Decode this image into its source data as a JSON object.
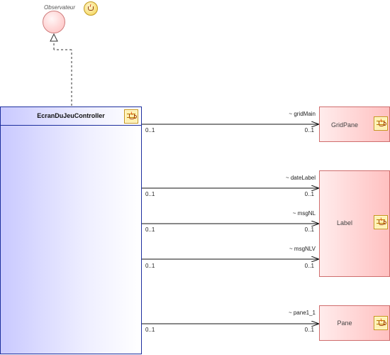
{
  "interface": {
    "name": "Observateur",
    "icon": "java-interface-icon"
  },
  "controller": {
    "name": "EcranDuJeuController",
    "icon": "java-class-icon"
  },
  "classes": {
    "gridpane": {
      "name": "GridPane",
      "icon": "java-class-icon"
    },
    "label": {
      "name": "Label",
      "icon": "java-class-icon"
    },
    "pane": {
      "name": "Pane",
      "icon": "java-class-icon"
    }
  },
  "associations": [
    {
      "role": "~ gridMain",
      "source_multiplicity": "0..1",
      "target_multiplicity": "0..1"
    },
    {
      "role": "~ dateLabel",
      "source_multiplicity": "0..1",
      "target_multiplicity": "0..1"
    },
    {
      "role": "~ msgNL",
      "source_multiplicity": "0..1",
      "target_multiplicity": "0..1"
    },
    {
      "role": "~ msgNLV",
      "source_multiplicity": "0..1",
      "target_multiplicity": "0..1"
    },
    {
      "role": "~ pane1_1",
      "source_multiplicity": "0..1",
      "target_multiplicity": "0..1"
    }
  ],
  "colors": {
    "controller_border": "#1d2f9e",
    "controller_fill": "#d8d8ff",
    "class_border": "#cf6d6d",
    "class_fill": "#ffd7d7",
    "line": "#111111"
  }
}
